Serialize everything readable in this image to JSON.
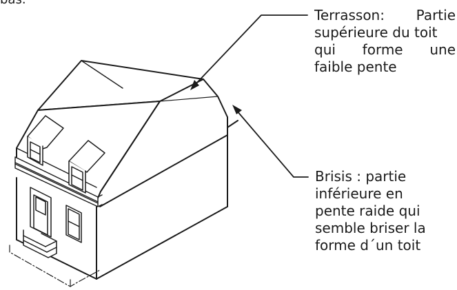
{
  "top_fragment": "bas.",
  "callouts": {
    "terrasson": {
      "lines": [
        [
          "Terrasson:",
          "Partie"
        ],
        [
          "supérieure du toit"
        ],
        [
          "qui",
          "forme",
          "une"
        ],
        [
          "faible pente"
        ]
      ]
    },
    "brisis": {
      "lines": [
        "Brisis : partie",
        "inférieure en",
        "pente raide qui",
        "semble briser la",
        "forme d´un toit"
      ]
    }
  }
}
